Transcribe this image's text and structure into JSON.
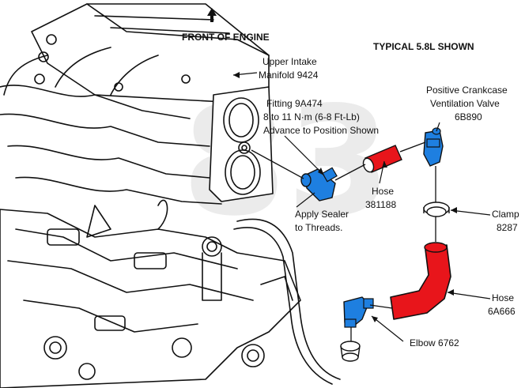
{
  "header": {
    "front_of_engine": "FRONT OF ENGINE",
    "typical": "TYPICAL 5.8L SHOWN"
  },
  "watermark": {
    "text": "83"
  },
  "labels": {
    "upper_intake": [
      "Upper Intake",
      "Manifold 9424"
    ],
    "fitting": [
      "Fitting 9A474",
      "8 to 11 N·m (6-8 Ft-Lb)",
      "Advance to Position Shown"
    ],
    "pcv_valve": [
      "Positive Crankcase",
      "Ventilation Valve",
      "6B890"
    ],
    "hose_381188": [
      "Hose",
      "381188"
    ],
    "apply_sealer": [
      "Apply Sealer",
      "to Threads."
    ],
    "clamp": [
      "Clamp",
      "8287"
    ],
    "hose_6a666": [
      "Hose",
      "6A666"
    ],
    "elbow": "Elbow 6762"
  },
  "colors": {
    "hose_red": "#e8151b",
    "fitting_blue": "#1e7fe0",
    "line": "#111111"
  }
}
